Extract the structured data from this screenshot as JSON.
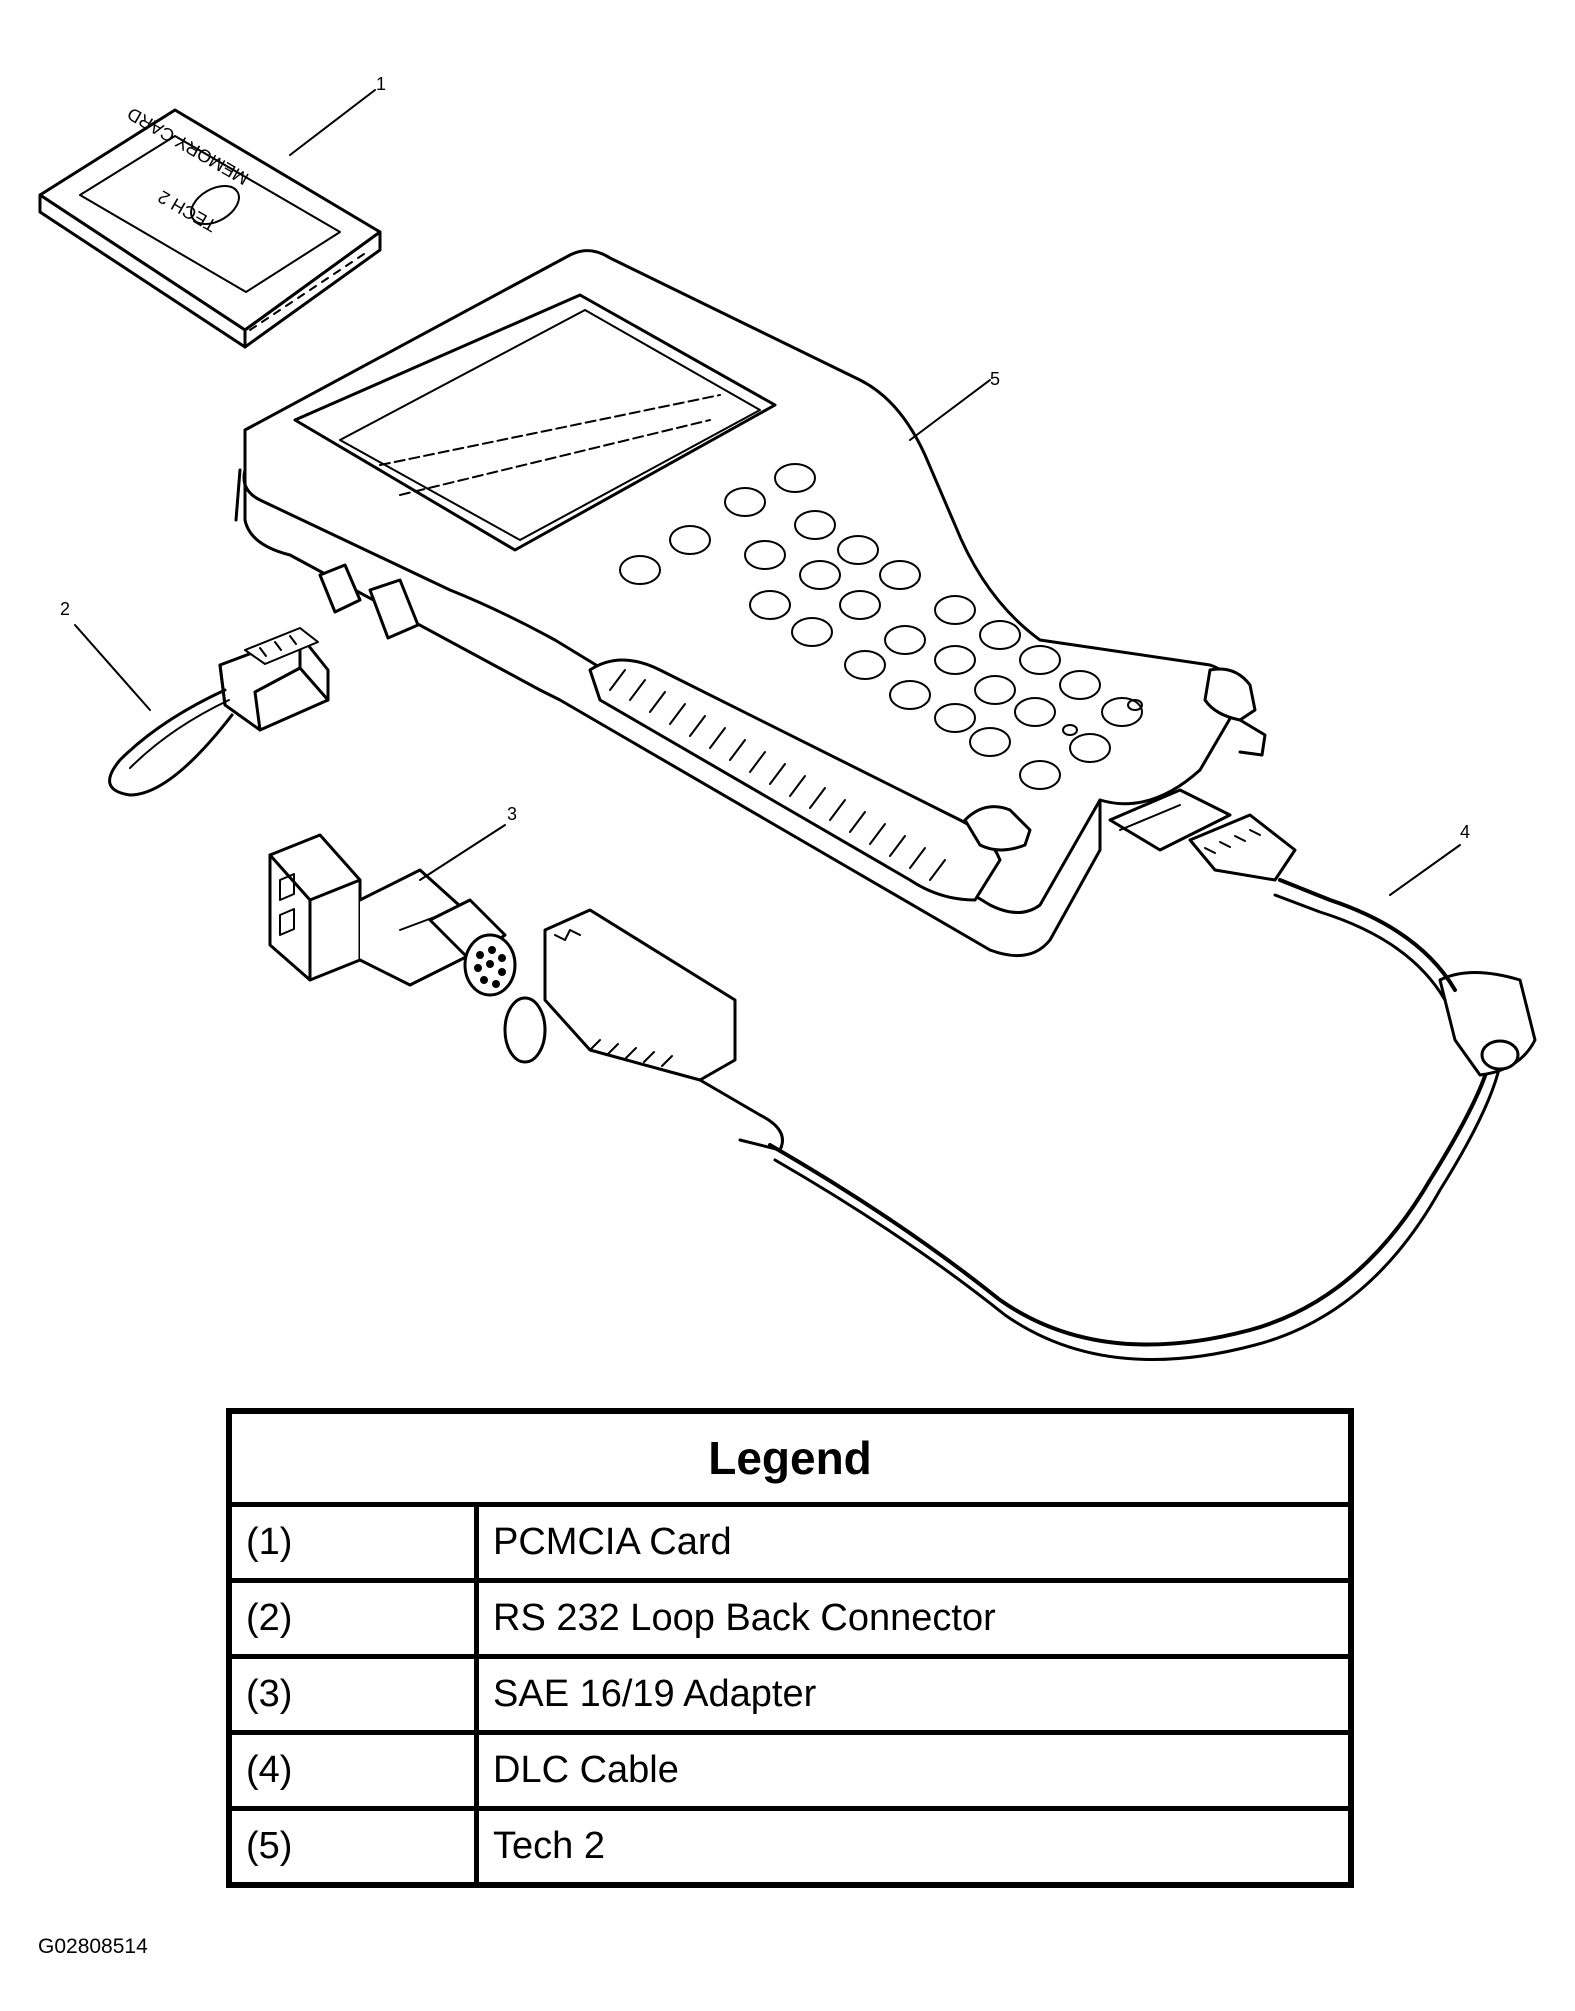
{
  "callouts": [
    "1",
    "2",
    "3",
    "4",
    "5"
  ],
  "card_text": [
    "TECH 2",
    "MEMORY CARD"
  ],
  "legend": {
    "title": "Legend",
    "rows": [
      {
        "num": "(1)",
        "label": "PCMCIA Card"
      },
      {
        "num": "(2)",
        "label": "RS 232 Loop Back Connector"
      },
      {
        "num": "(3)",
        "label": "SAE 16/19 Adapter"
      },
      {
        "num": "(4)",
        "label": "DLC Cable"
      },
      {
        "num": "(5)",
        "label": "Tech 2"
      }
    ]
  },
  "figure_id": "G02808514"
}
